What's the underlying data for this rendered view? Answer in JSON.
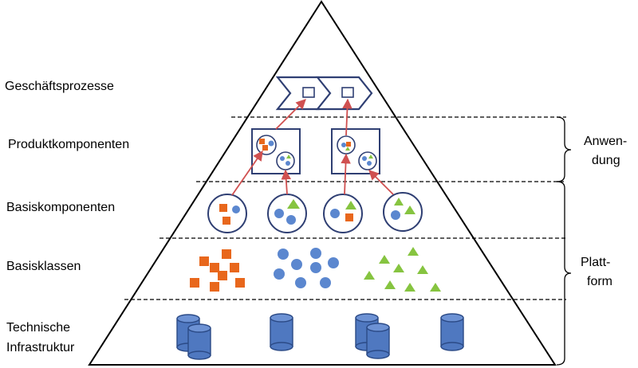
{
  "layers": [
    {
      "lines": [
        "Geschäftsprozesse"
      ]
    },
    {
      "lines": [
        "Produktkomponenten"
      ]
    },
    {
      "lines": [
        "Basiskomponenten"
      ]
    },
    {
      "lines": [
        "Basisklassen"
      ]
    },
    {
      "lines": [
        "Technische",
        "Infrastruktur"
      ]
    }
  ],
  "groups": [
    {
      "lines": [
        "Anwen-",
        "dung"
      ]
    },
    {
      "lines": [
        "Platt-",
        "form"
      ]
    }
  ],
  "colors": {
    "outline": "#000000",
    "frame": "#2f3f73",
    "arrow": "#d05050",
    "orange": "#e8671c",
    "blue": "#5b87cf",
    "green": "#86c440",
    "cylinder_fill": "#4f78c0",
    "cylinder_stroke": "#2b4a86"
  }
}
